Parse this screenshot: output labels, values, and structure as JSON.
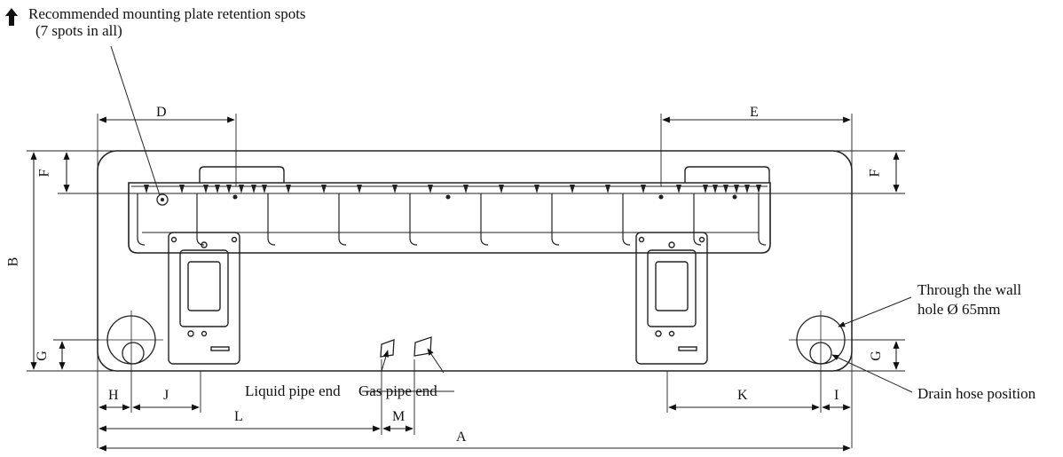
{
  "legend": {
    "retention_line1": "Recommended mounting plate retention spots",
    "retention_line2": "(7 spots in all)",
    "icon": "arrow-up-icon"
  },
  "callouts": {
    "wall_hole_line1": "Through the wall",
    "wall_hole_line2": "hole Ø 65mm",
    "drain_hose": "Drain hose position",
    "liquid_pipe": "Liquid pipe end",
    "gas_pipe": "Gas pipe end"
  },
  "dimensions": {
    "A": "A",
    "B": "B",
    "D": "D",
    "E": "E",
    "F_left": "F",
    "F_right": "F",
    "G_left": "G",
    "G_right": "G",
    "H": "H",
    "I": "I",
    "J": "J",
    "K": "K",
    "L": "L",
    "M": "M"
  }
}
